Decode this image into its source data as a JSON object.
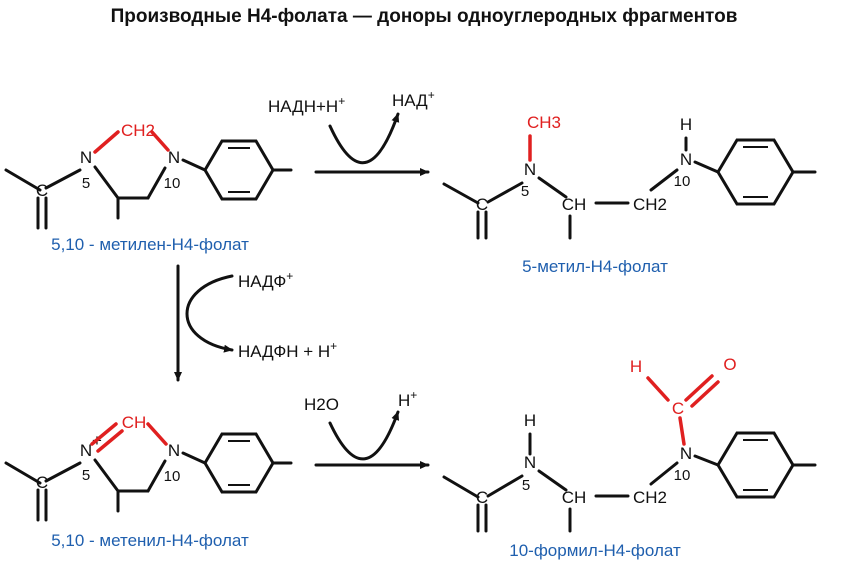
{
  "title": "Производные Н4-фолата — доноры одноуглеродных фрагментов",
  "colors": {
    "text": "#111111",
    "highlight": "#e02020",
    "label": "#1f5fae"
  },
  "reactions": {
    "r1": {
      "cofactor_in": "НАДН+Н",
      "cofactor_in_sup": "+",
      "cofactor_out": "НАД",
      "cofactor_out_sup": "+"
    },
    "r2": {
      "cofactor_in": "НАДФ",
      "cofactor_in_sup": "+",
      "cofactor_out": "НАДФН + Н",
      "cofactor_out_sup": "+"
    },
    "r3": {
      "cofactor_in": "H2O",
      "cofactor_out": "H",
      "cofactor_out_sup": "+"
    }
  },
  "compounds": {
    "methylene": {
      "name": "5,10 - метилен-Н4-фолат",
      "group": "CH2",
      "n5": "N",
      "n5_num": "5",
      "n10": "N",
      "n10_num": "10",
      "c": "C"
    },
    "methyl": {
      "name": "5-метил-Н4-фолат",
      "group": "CH3",
      "n5": "N",
      "n5_num": "5",
      "n10": "N",
      "n10_num": "10",
      "h": "H",
      "ch": "CH",
      "ch2": "CH2",
      "c": "C"
    },
    "methenyl": {
      "name": "5,10 - метенил-Н4-фолат",
      "group": "CH",
      "n5": "N",
      "n5_num": "5",
      "charge": "+",
      "n10": "N",
      "n10_num": "10",
      "c": "C"
    },
    "formyl": {
      "name": "10-формил-Н4-фолат",
      "h_formyl": "H",
      "o": "O",
      "c_formyl": "C",
      "h": "H",
      "n5": "N",
      "n5_num": "5",
      "n10": "N",
      "n10_num": "10",
      "ch": "CH",
      "ch2": "CH2",
      "c": "C"
    }
  }
}
